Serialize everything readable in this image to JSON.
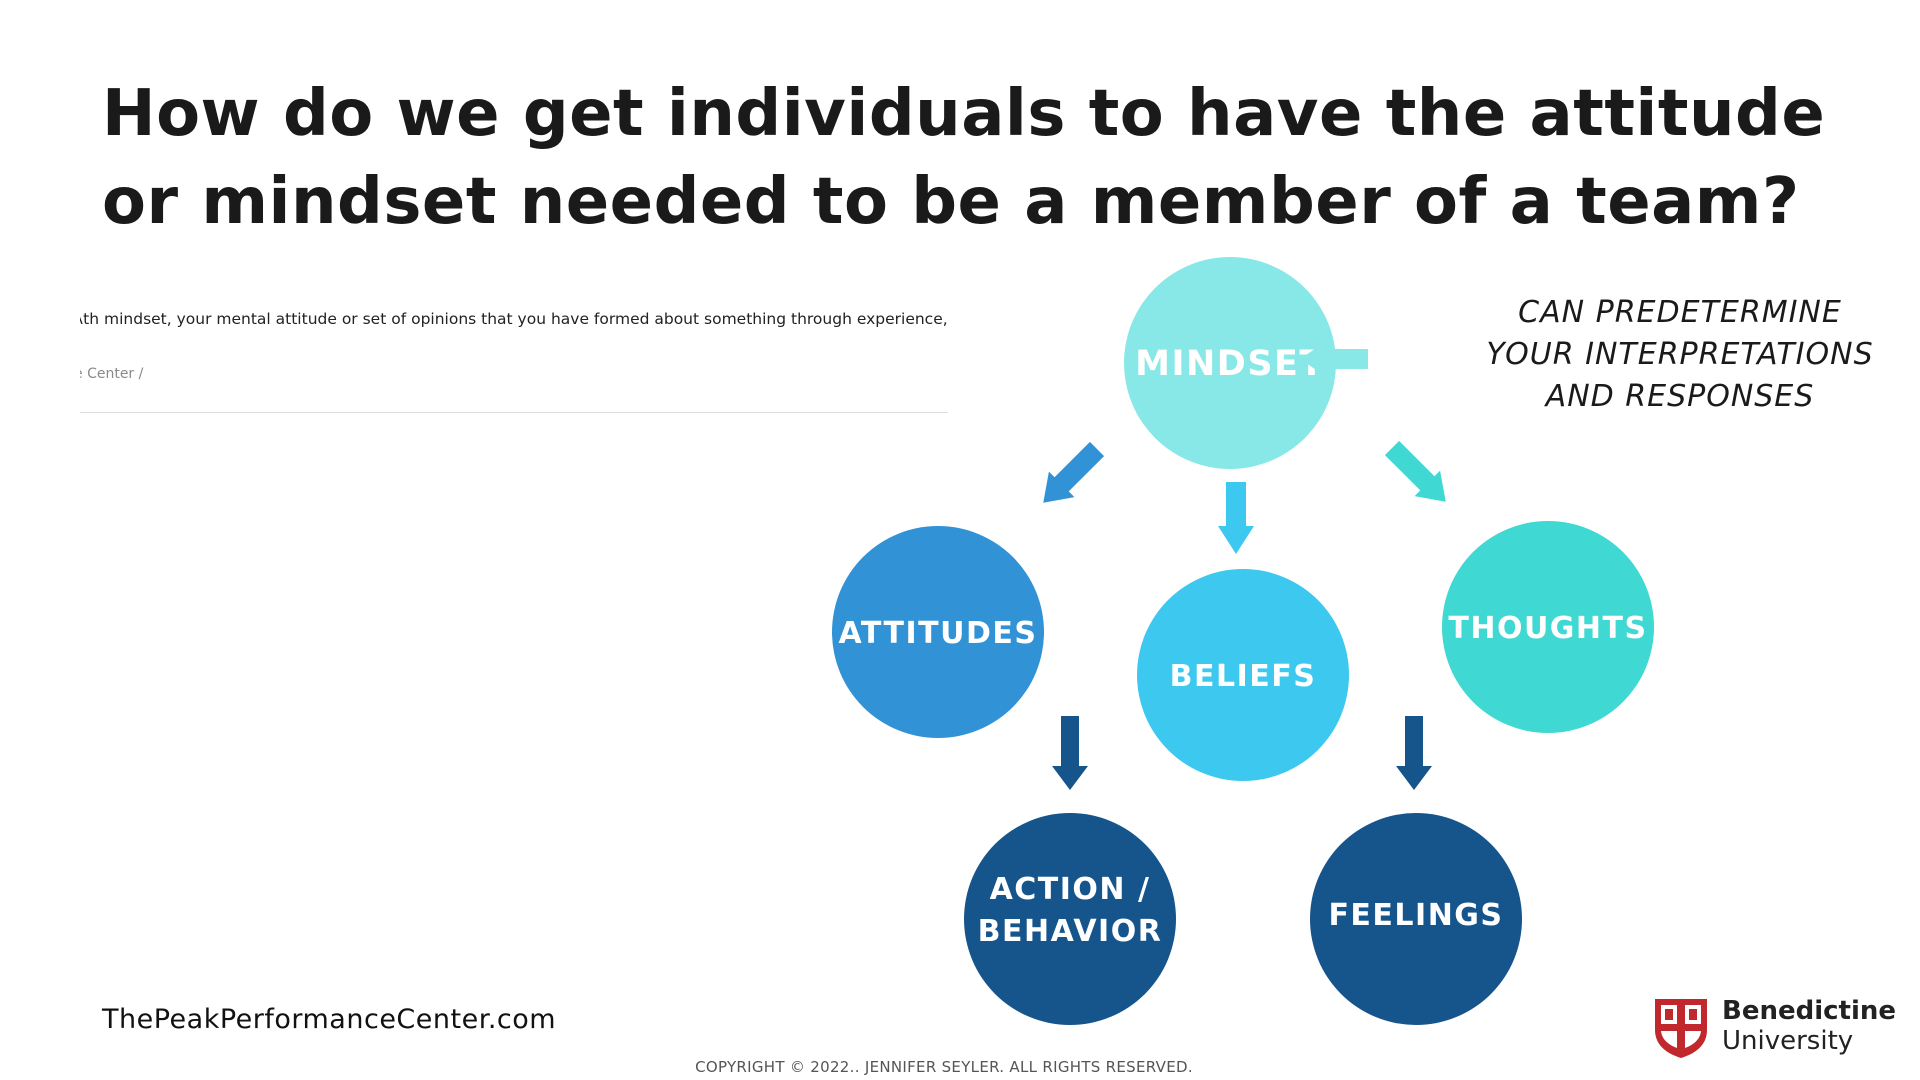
{
  "title": "How do we get individuals to have the attitude or mindset needed to be a member of a team?",
  "clipping": {
    "text": "ʌth mindset, your mental attitude or set of opinions that you have formed about something through experience,",
    "crumb": "e Center /"
  },
  "diagram": {
    "nodes": {
      "mindset": {
        "label": "MINDSET",
        "color": "#88E8E7"
      },
      "attitudes": {
        "label": "ATTITUDES",
        "color": "#3192D6"
      },
      "beliefs": {
        "label": "BELIEFS",
        "color": "#3DC8EF"
      },
      "thoughts": {
        "label": "THOUGHTS",
        "color": "#3FD8D3"
      },
      "action": {
        "label_line1": "ACTION /",
        "label_line2": "BEHAVIOR",
        "color": "#16548C"
      },
      "feelings": {
        "label": "FEELINGS",
        "color": "#16548C"
      }
    },
    "arrow_colors": {
      "to_mindset": "#88E8E7",
      "to_attitudes": "#3192D6",
      "to_beliefs": "#3DC8EF",
      "to_thoughts": "#3FD8D3",
      "to_action": "#16548C",
      "to_feelings": "#16548C"
    },
    "note": {
      "line1": "CAN PREDETERMINE",
      "line2": "YOUR INTERPRETATIONS",
      "line3": "AND RESPONSES"
    }
  },
  "footer": {
    "website": "ThePeakPerformanceCenter.com",
    "copyright": "COPYRIGHT © 2022.. JENNIFER SEYLER. ALL RIGHTS RESERVED.",
    "logo_line1": "Benedictine",
    "logo_line2": "University",
    "logo_color": "#C0282D"
  }
}
